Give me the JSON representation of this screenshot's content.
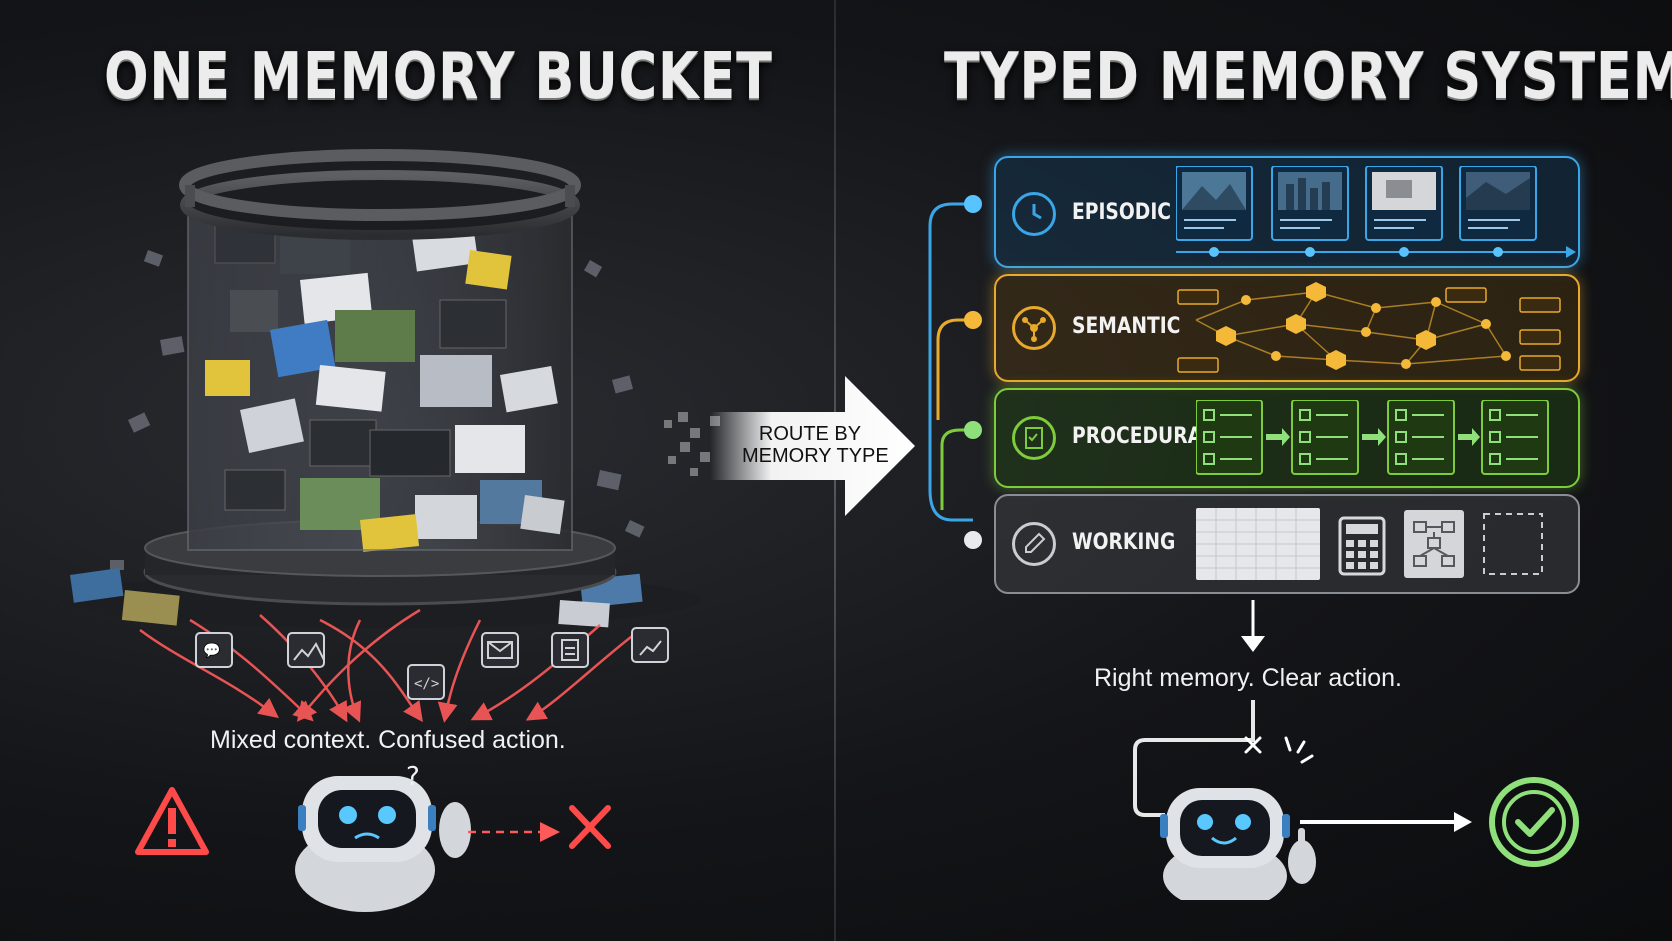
{
  "left": {
    "title": "ONE MEMORY BUCKET",
    "caption": "Mixed context. Confused action."
  },
  "route": {
    "line1": "ROUTE BY",
    "line2": "MEMORY TYPE"
  },
  "right": {
    "title": "TYPED MEMORY SYSTEM",
    "caption": "Right memory. Clear action.",
    "memory_types": [
      {
        "label": "EPISODIC",
        "color": "#3aa6e8",
        "icon": "clock-icon"
      },
      {
        "label": "SEMANTIC",
        "color": "#e8a92c",
        "icon": "network-icon"
      },
      {
        "label": "PROCEDURAL",
        "color": "#7ecb3c",
        "icon": "clipboard-checklist-icon"
      },
      {
        "label": "WORKING",
        "color": "#c9ccd2",
        "icon": "pencil-icon"
      }
    ]
  },
  "colors": {
    "error_red": "#ff4a4a",
    "success_green": "#8fe07a"
  }
}
